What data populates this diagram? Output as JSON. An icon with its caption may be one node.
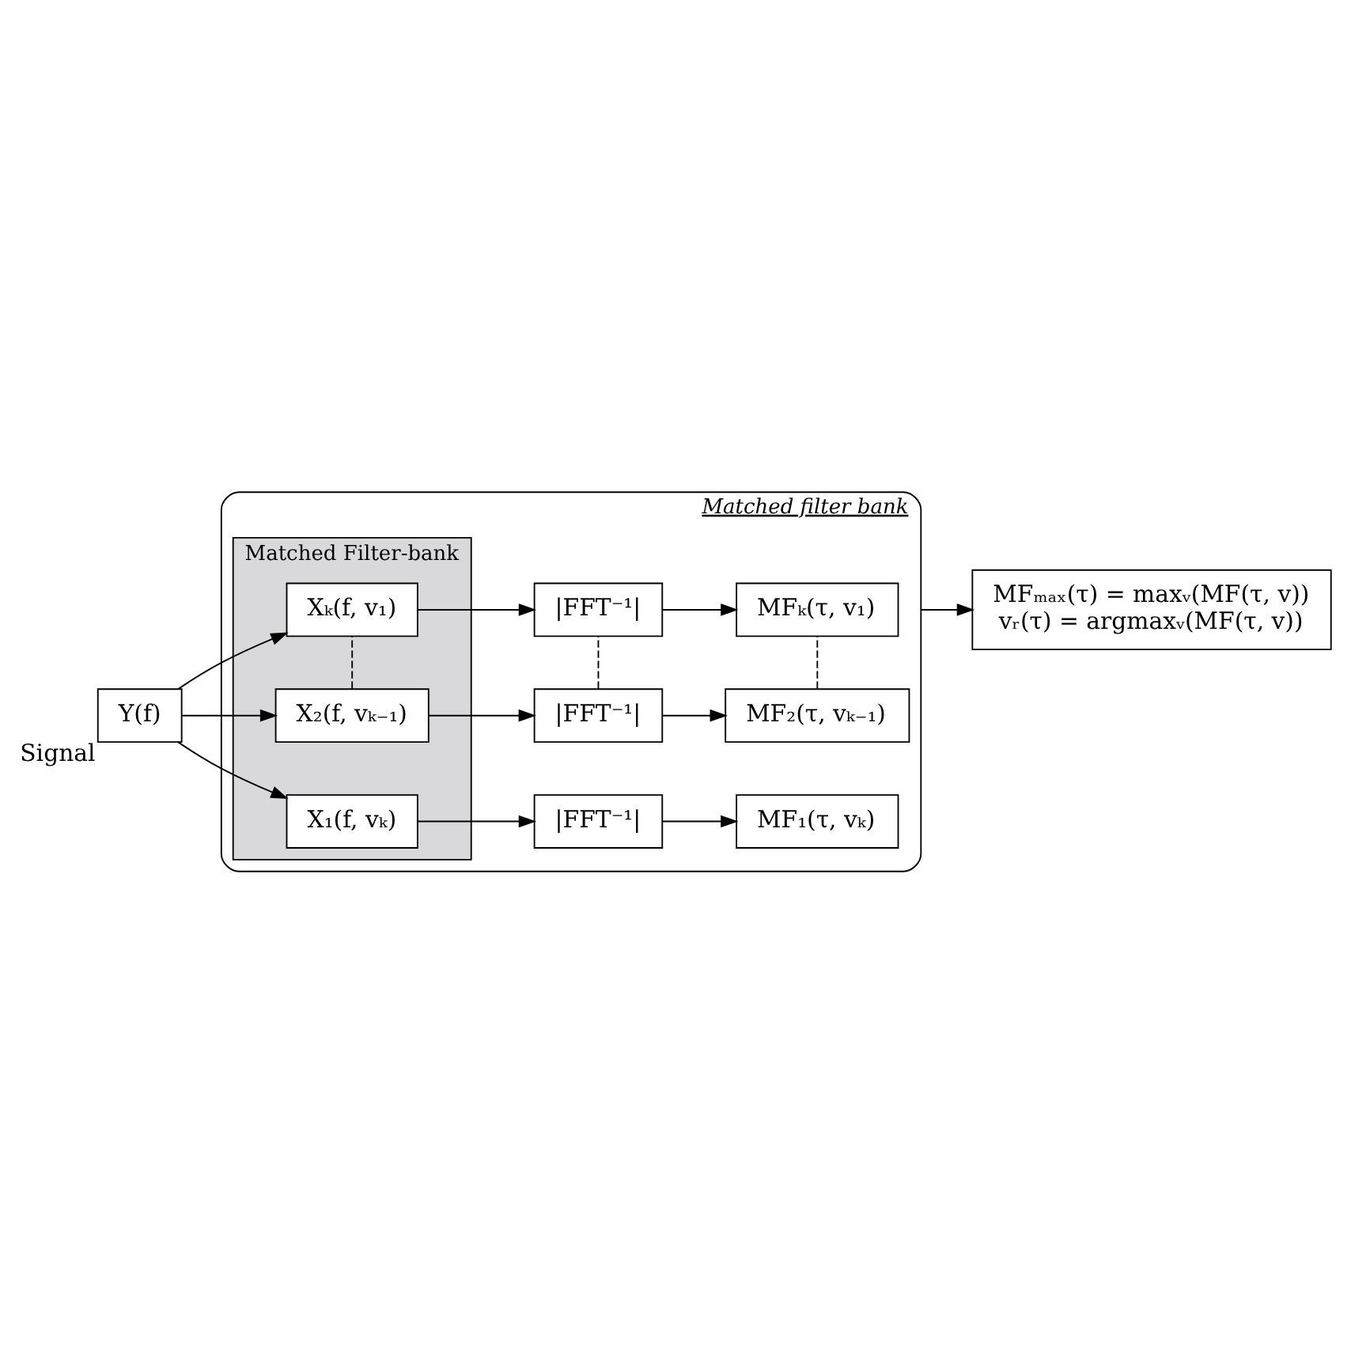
{
  "diagram": {
    "nodes": [
      {
        "text": [
          "Matched filter bank"
        ]
      },
      {
        "text": [
          "Matched Filter-bank"
        ],
        "in": 0
      },
      {
        "text": [
          "X₁(f, vₖ)"
        ],
        "in": 1
      },
      {
        "text": [
          "X₂(f, vₖ₋₁)"
        ],
        "in": 1
      },
      {
        "text": [
          "Xₖ(f, v₁)"
        ],
        "in": 1
      },
      {
        "text": [
          "|FFT⁻¹|"
        ],
        "in": 0
      },
      {
        "text": [
          "|FFT⁻¹|"
        ],
        "in": 0
      },
      {
        "text": [
          "|FFT⁻¹|"
        ],
        "in": 0
      },
      {
        "text": [
          "MF₁(τ, vₖ)"
        ],
        "in": 0
      },
      {
        "text": [
          "MF₂(τ, vₖ₋₁)"
        ],
        "in": 0
      },
      {
        "text": [
          "MFₖ(τ, v₁)"
        ],
        "in": 0
      },
      {
        "text": [
          "Y(f)"
        ],
        "beside": [
          "Signal"
        ]
      },
      {
        "text": [
          "MFₘₐₓ(τ) = maxᵥ(MF(τ, v))",
          "vᵣ(τ) = argmaxᵥ(MF(τ, v))"
        ]
      }
    ],
    "edges": [
      {
        "from": 11,
        "to": 2,
        "arrow": "to"
      },
      {
        "from": 11,
        "to": 3,
        "arrow": "to"
      },
      {
        "from": 11,
        "to": 4,
        "arrow": "to"
      },
      {
        "from": 2,
        "to": 5,
        "arrow": "to"
      },
      {
        "from": 3,
        "to": 6,
        "arrow": "to"
      },
      {
        "from": 4,
        "to": 7,
        "arrow": "to"
      },
      {
        "from": 5,
        "to": 8,
        "arrow": "to"
      },
      {
        "from": 6,
        "to": 9,
        "arrow": "to"
      },
      {
        "from": 7,
        "to": 10,
        "arrow": "to"
      },
      {
        "from": 3,
        "to": 4,
        "arrow": "none",
        "style": "dashed"
      },
      {
        "from": 6,
        "to": 7,
        "arrow": "none",
        "style": "dashed"
      },
      {
        "from": 9,
        "to": 10,
        "arrow": "none",
        "style": "dashed"
      },
      {
        "from": 0,
        "to": 12,
        "arrow": "to"
      }
    ]
  }
}
